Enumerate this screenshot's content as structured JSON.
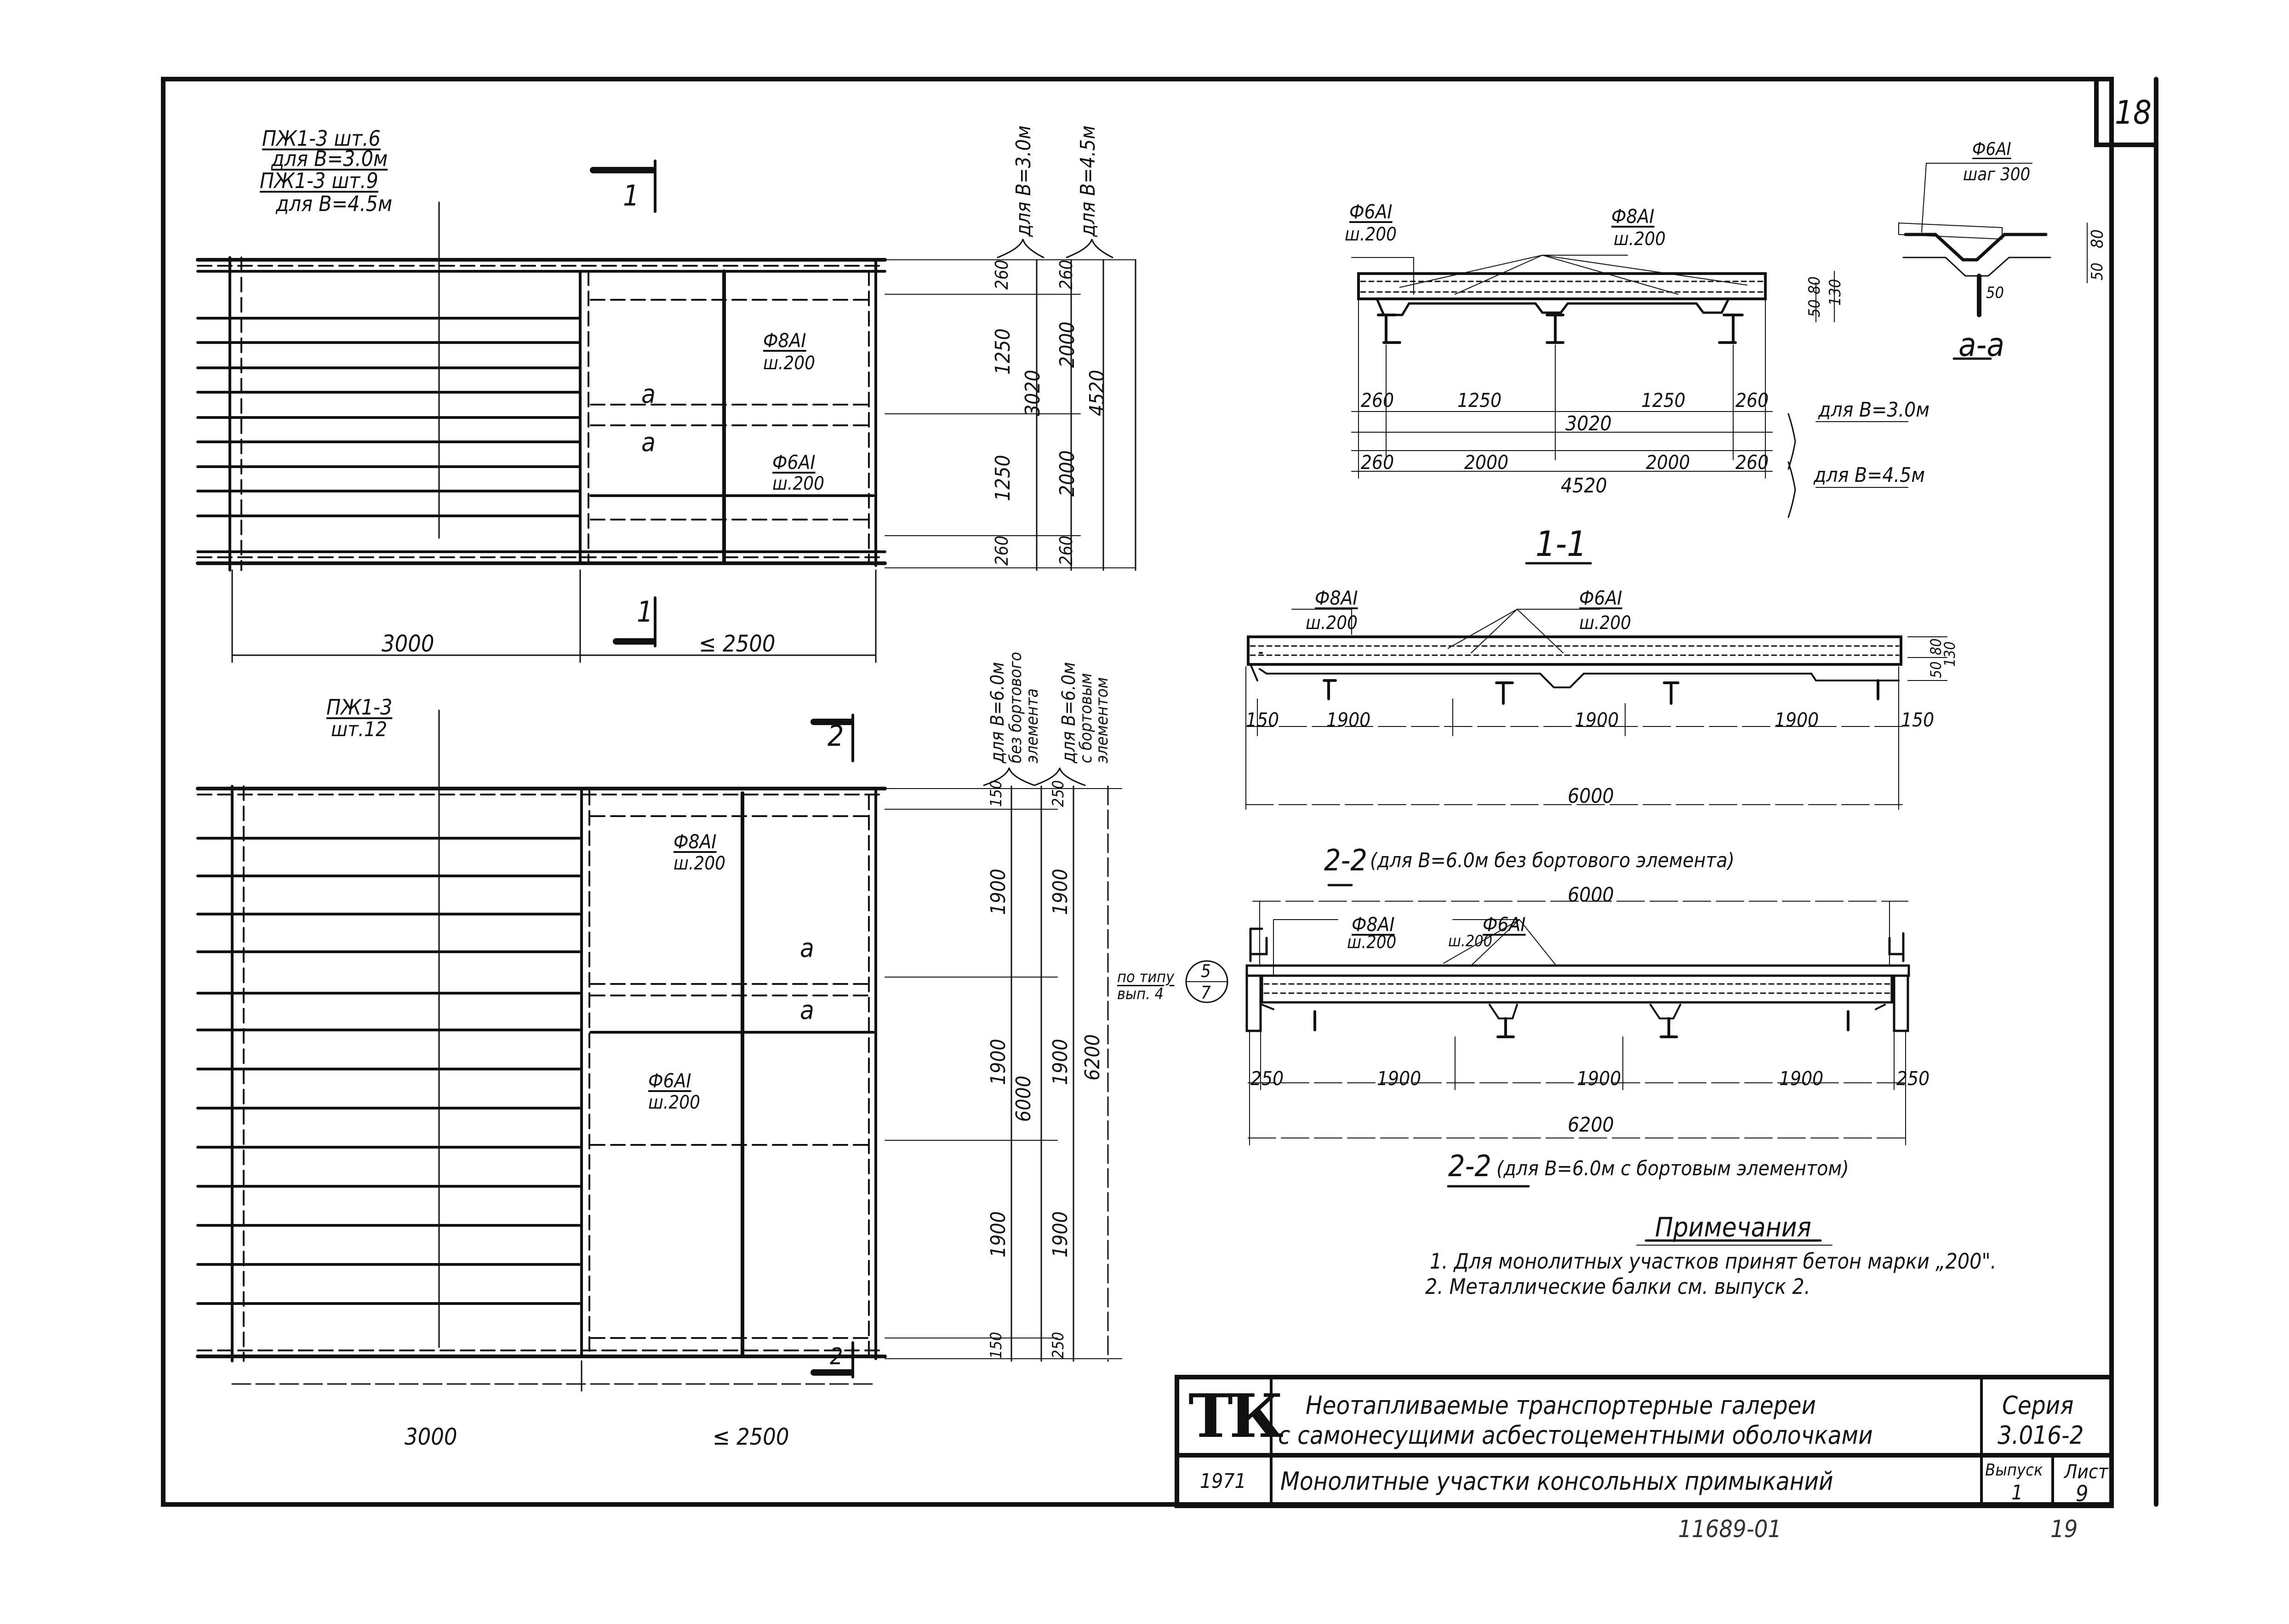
{
  "sheet": {
    "corner_number": "18",
    "stamp_number": "11689-01",
    "stamp_page": "19"
  },
  "plan_top": {
    "label_line1": "ПЖ1-3 шт.6",
    "label_line2": "для B=3.0м",
    "label_line3": "ПЖ1-3 шт.9",
    "label_line4": "для B=4.5м",
    "section_mark": "1",
    "section_mark_bottom": "1",
    "cut_a_top": "a",
    "cut_a_bottom": "a",
    "rebar1_top": "Ф8АI",
    "rebar1_bottom": "ш.200",
    "rebar2_top": "Ф6АI",
    "rebar2_bottom": "ш.200",
    "dim_left": "3000",
    "dim_right": "≤ 2500",
    "dims_b30": {
      "caption": "для B=3.0м",
      "values": [
        "260",
        "1250",
        "1250",
        "260"
      ],
      "total": "3020"
    },
    "dims_b45": {
      "caption": "для B=4.5м",
      "values": [
        "260",
        "2000",
        "2000",
        "260"
      ],
      "total": "4520"
    }
  },
  "plan_bottom": {
    "label_line1": "ПЖ1-3",
    "label_line2": "шт.12",
    "section_mark": "2",
    "section_mark_bottom": "2",
    "cut_a_top": "a",
    "cut_a_bottom": "a",
    "rebar1_top": "Ф8АI",
    "rebar1_bottom": "ш.200",
    "rebar2_top": "Ф6АI",
    "rebar2_bottom": "ш.200",
    "dim_left": "3000",
    "dim_right": "≤ 2500",
    "dims_no_edge": {
      "caption_line1": "для B=6.0м",
      "caption_line2": "без бортового",
      "caption_line3": "элемента",
      "values": [
        "150",
        "1900",
        "1900",
        "1900",
        "150"
      ],
      "total": "6000"
    },
    "dims_with_edge": {
      "caption_line1": "для B=6.0м",
      "caption_line2": "с бортовым",
      "caption_line3": "элементом",
      "values": [
        "250",
        "1900",
        "1900",
        "1900",
        "250"
      ],
      "total": "6200"
    },
    "ref_note_line1": "по типу",
    "ref_note_line2": "вып. 4",
    "ref_bubble_top": "5",
    "ref_bubble_bottom": "7"
  },
  "section_1_1": {
    "title": "1-1",
    "rebar_left_top": "Ф6АI",
    "rebar_left_bottom": "ш.200",
    "rebar_mid_top": "Ф8АI",
    "rebar_mid_bottom": "ш.200",
    "thk_50": "50",
    "thk_80": "80",
    "thk_130": "130",
    "row1": [
      "260",
      "1250",
      "1250",
      "260"
    ],
    "row1_total": "3020",
    "row1_caption": "для B=3.0м",
    "row2": [
      "260",
      "2000",
      "2000",
      "260"
    ],
    "row2_total": "4520",
    "row2_caption": "для B=4.5м"
  },
  "section_a_a": {
    "title": "a-a",
    "rebar_top": "Ф6АI",
    "rebar_bottom": "шаг 300",
    "dim_80": "80",
    "dim_50v": "50",
    "dim_50h": "50"
  },
  "section_2_2a": {
    "title": "2-2",
    "subtitle": "(для B=6.0м без бортового элемента)",
    "rebar_left_top": "Ф8АI",
    "rebar_left_bottom": "ш.200",
    "rebar_mid_top": "Ф6АI",
    "rebar_mid_bottom": "ш.200",
    "thk_50": "50",
    "thk_80": "80",
    "thk_130": "130",
    "dims": [
      "150",
      "1900",
      "1900",
      "1900",
      "150"
    ],
    "total": "6000"
  },
  "section_2_2b": {
    "title": "2-2",
    "subtitle": "(для B=6.0м с бортовым элементом)",
    "top_dim": "6000",
    "rebar_left_top": "Ф8АI",
    "rebar_left_bottom": "ш.200",
    "rebar_mid_top": "Ф6АI",
    "rebar_mid_bottom": "ш.200",
    "dims": [
      "250",
      "1900",
      "1900",
      "1900",
      "250"
    ],
    "total": "6200"
  },
  "notes": {
    "heading": "Примечания",
    "items": [
      "1. Для монолитных участков принят бетон марки „200\".",
      "2. Металлические балки см. выпуск 2."
    ]
  },
  "title_block": {
    "logo": "ТК",
    "title_line1": "Неотапливаемые транспортерные галереи",
    "title_line2": "с самонесущими асбестоцементными оболочками",
    "series_label": "Серия",
    "series_value": "3.016-2",
    "year": "1971",
    "sheet_title": "Монолитные участки консольных примыканий",
    "issue_label": "Выпуск",
    "issue_value": "1",
    "sheet_label": "Лист",
    "sheet_value": "9"
  }
}
